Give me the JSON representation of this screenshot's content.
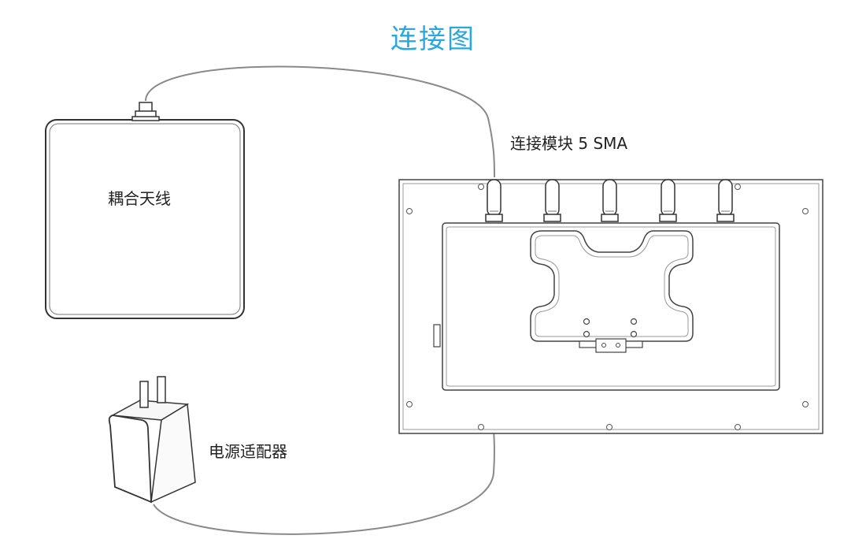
{
  "title": "连接图",
  "labels": {
    "coupling_antenna": "耦合天线",
    "module": "连接模块 5 SMA",
    "power_adapter": "电源适配器"
  },
  "colors": {
    "title": "#29a8e0",
    "line": "#555555",
    "cable": "#8a8a8a",
    "text": "#222222"
  }
}
